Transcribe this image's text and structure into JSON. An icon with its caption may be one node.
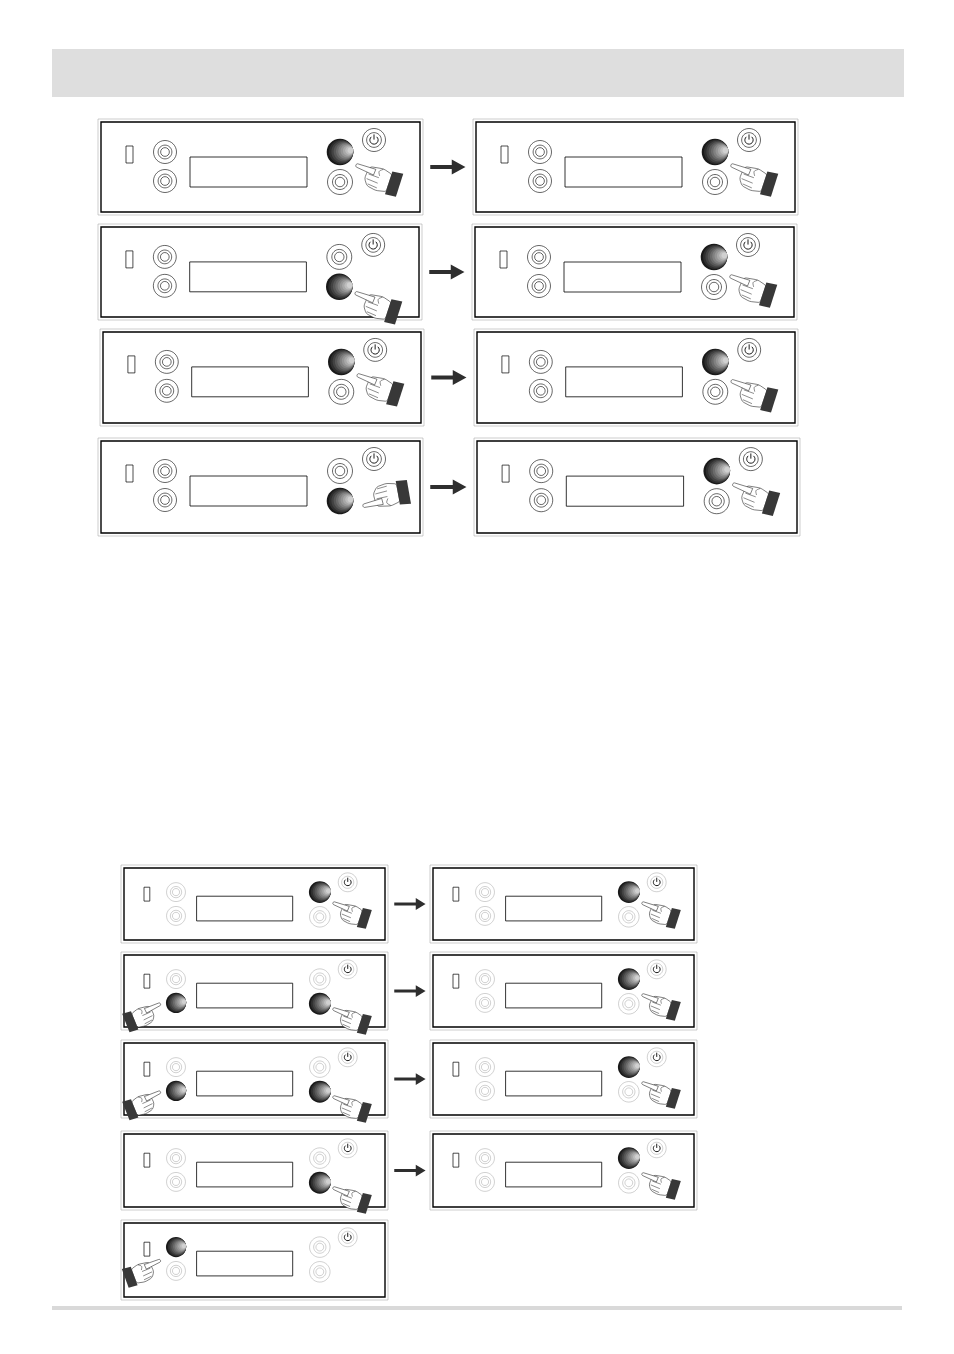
{
  "diagram": {
    "nodes": [
      {
        "text": [],
        "shape": "box"
      },
      {
        "text": [],
        "shape": "box"
      },
      {
        "text": [],
        "shape": "box"
      },
      {
        "text": [],
        "shape": "box"
      },
      {
        "text": [],
        "shape": "box"
      },
      {
        "text": [],
        "shape": "box"
      },
      {
        "text": [],
        "shape": "box"
      },
      {
        "text": [],
        "shape": "box"
      },
      {
        "text": [],
        "shape": "box"
      },
      {
        "text": [],
        "shape": "box"
      },
      {
        "text": [],
        "shape": "box"
      },
      {
        "text": [],
        "shape": "box"
      },
      {
        "text": [],
        "shape": "box"
      },
      {
        "text": [],
        "shape": "box"
      },
      {
        "text": [],
        "shape": "box"
      },
      {
        "text": [],
        "shape": "box"
      },
      {
        "text": [],
        "shape": "box"
      }
    ],
    "edges": [
      {
        "from": 0,
        "to": 1,
        "arrow": "to"
      },
      {
        "from": 2,
        "to": 3,
        "arrow": "to"
      },
      {
        "from": 4,
        "to": 5,
        "arrow": "to"
      },
      {
        "from": 6,
        "to": 7,
        "arrow": "to"
      },
      {
        "from": 8,
        "to": 9,
        "arrow": "to"
      },
      {
        "from": 10,
        "to": 11,
        "arrow": "to"
      },
      {
        "from": 12,
        "to": 13,
        "arrow": "to"
      },
      {
        "from": 14,
        "to": 15,
        "arrow": "to"
      }
    ]
  }
}
